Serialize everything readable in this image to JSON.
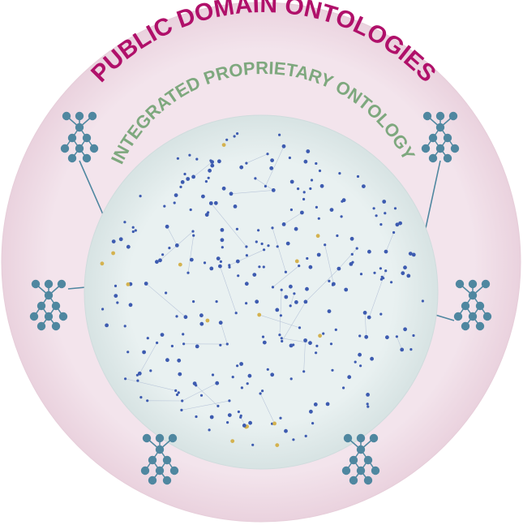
{
  "outer_title": "PUBLIC DOMAIN ONTOLOGIES",
  "inner_title": "INTEGRATED PROPRIETARY ONTOLOGY",
  "colors": {
    "outer_disc": "#f2e1ea",
    "outer_edge": "#e6cdd9",
    "inner_disc": "#e7eff0",
    "inner_edge": "#cfdcdd",
    "outer_title": "#b0106a",
    "inner_title": "#7ea87e",
    "tree_node": "#4f87a0",
    "tree_edge": "#4f87a0",
    "connector": "#4f87a0",
    "network_node": "#3d5bb0",
    "network_edge": "#aebcd4",
    "network_accent": "#d4b24f"
  },
  "icons": {
    "public_ontology": "hierarchy-tree-icon",
    "proprietary_ontology": "network-graph"
  },
  "public_ontology_count": 6
}
